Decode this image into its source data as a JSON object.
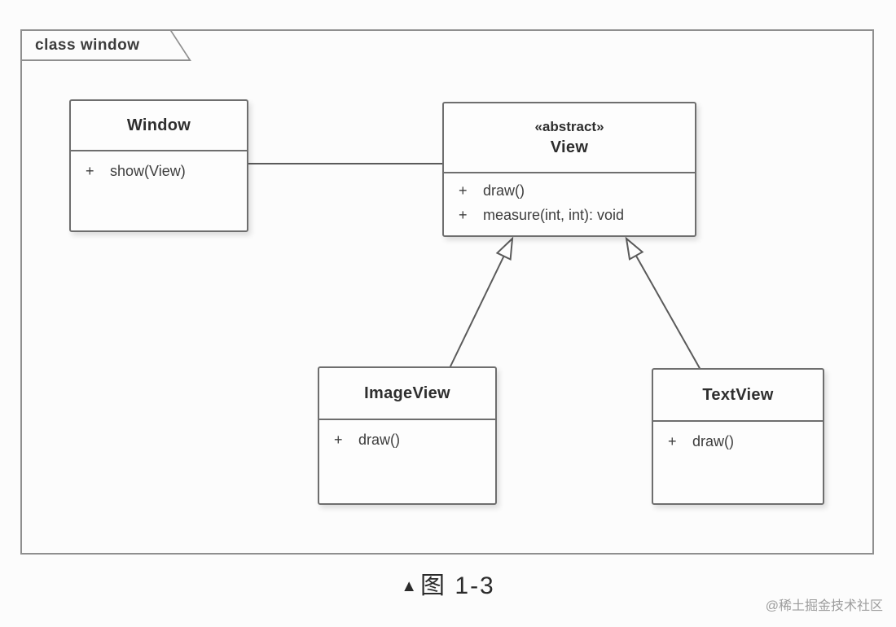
{
  "frame": {
    "label": "class window"
  },
  "classes": {
    "window": {
      "name": "Window",
      "members": [
        {
          "visibility": "+",
          "signature": "show(View)"
        }
      ]
    },
    "view": {
      "stereotype": "«abstract»",
      "name": "View",
      "members": [
        {
          "visibility": "+",
          "signature": "draw()"
        },
        {
          "visibility": "+",
          "signature": "measure(int, int): void"
        }
      ]
    },
    "imageview": {
      "name": "ImageView",
      "members": [
        {
          "visibility": "+",
          "signature": "draw()"
        }
      ]
    },
    "textview": {
      "name": "TextView",
      "members": [
        {
          "visibility": "+",
          "signature": "draw()"
        }
      ]
    }
  },
  "relationships": [
    {
      "type": "association",
      "from": "Window",
      "to": "View"
    },
    {
      "type": "generalization",
      "from": "ImageView",
      "to": "View"
    },
    {
      "type": "generalization",
      "from": "TextView",
      "to": "View"
    }
  ],
  "caption": {
    "marker": "▲",
    "text": "图 1-3"
  },
  "watermark": "@稀土掘金技术社区"
}
